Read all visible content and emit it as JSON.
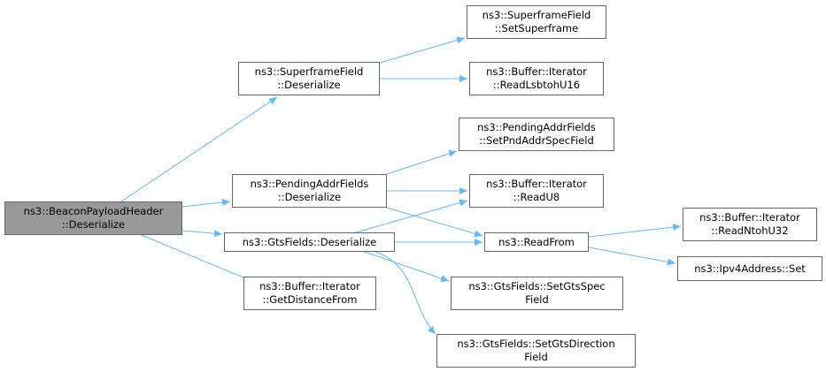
{
  "graph": {
    "edge_color": "#63b8ff",
    "root_fill": "#999999",
    "node_border": "#666666",
    "nodes": {
      "root": [
        "ns3::BeaconPayloadHeader",
        "::Deserialize"
      ],
      "superframe_deserialize": [
        "ns3::SuperframeField",
        "::Deserialize"
      ],
      "superframe_set": [
        "ns3::SuperframeField",
        "::SetSuperframe"
      ],
      "read_lsbtoh_u16": [
        "ns3::Buffer::Iterator",
        "::ReadLsbtohU16"
      ],
      "pending_deserialize": [
        "ns3::PendingAddrFields",
        "::Deserialize"
      ],
      "pending_set_spec": [
        "ns3::PendingAddrFields",
        "::SetPndAddrSpecField"
      ],
      "read_u8": [
        "ns3::Buffer::Iterator",
        "::ReadU8"
      ],
      "gts_deserialize": [
        "ns3::GtsFields::Deserialize"
      ],
      "read_from": [
        "ns3::ReadFrom"
      ],
      "read_ntoh_u32": [
        "ns3::Buffer::Iterator",
        "::ReadNtohU32"
      ],
      "ipv4_set": [
        "ns3::Ipv4Address::Set"
      ],
      "gts_set_spec": [
        "ns3::GtsFields::SetGtsSpec",
        "Field"
      ],
      "gts_set_direction": [
        "ns3::GtsFields::SetGtsDirection",
        "Field"
      ],
      "get_distance_from": [
        "ns3::Buffer::Iterator",
        "::GetDistanceFrom"
      ]
    }
  }
}
